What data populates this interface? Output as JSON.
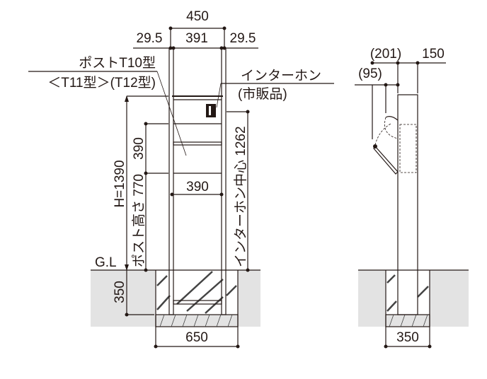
{
  "front_view": {
    "total_width": "450",
    "left_offset": "29.5",
    "inner_width": "391",
    "right_offset": "29.5",
    "post_label_line1": "ポストT10型",
    "post_label_line2": "＜T11型＞(T12型)",
    "intercom_label_line1": "インターホン",
    "intercom_label_line2": "(市販品)",
    "total_height": "H=1390",
    "box_height": "390",
    "post_height": "ポスト高さ 770",
    "box_width": "390",
    "intercom_center": "インターホン中心 1262",
    "ground_level": "G.L",
    "embed_depth": "350",
    "foundation_width": "650"
  },
  "side_view": {
    "flap_reach": "(201)",
    "post_depth": "150",
    "flap_offset": "(95)",
    "foundation_width": "350"
  },
  "colors": {
    "line": "#231815",
    "ground": "#e3e3e3"
  }
}
